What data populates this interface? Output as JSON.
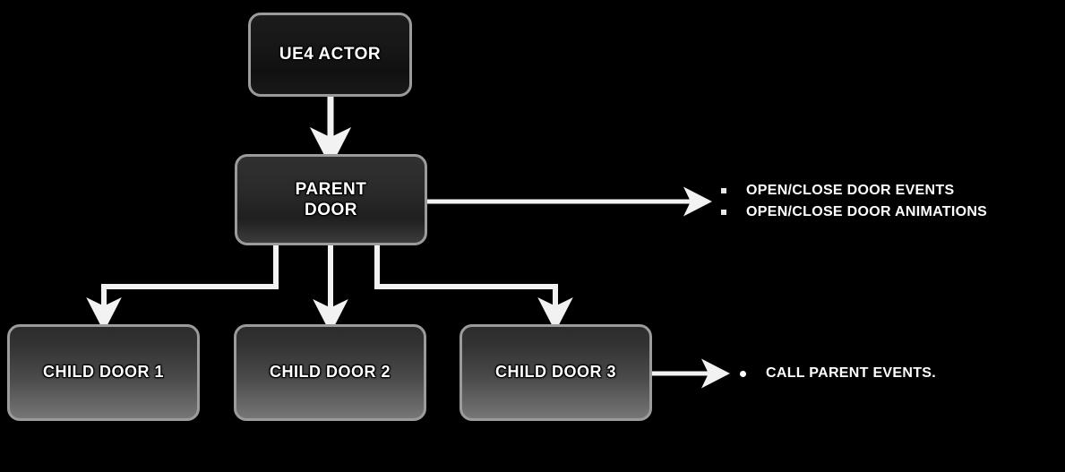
{
  "diagram": {
    "title": "UE4 Door Inheritance Diagram",
    "background_color": "#000000",
    "line_color": "#f2f2f2",
    "border_color": "#9b9b9b",
    "text_color": "#ffffff",
    "nodes": [
      {
        "id": "ue4-actor",
        "label": "UE4 ACTOR"
      },
      {
        "id": "parent-door",
        "label": "PARENT\nDOOR"
      },
      {
        "id": "child-door-1",
        "label": "CHILD DOOR 1"
      },
      {
        "id": "child-door-2",
        "label": "CHILD DOOR 2"
      },
      {
        "id": "child-door-3",
        "label": "CHILD DOOR 3"
      }
    ],
    "callouts": {
      "parent": {
        "items": [
          "OPEN/CLOSE DOOR EVENTS",
          "OPEN/CLOSE DOOR ANIMATIONS"
        ]
      },
      "child": {
        "items": [
          "CALL PARENT EVENTS."
        ]
      }
    }
  }
}
